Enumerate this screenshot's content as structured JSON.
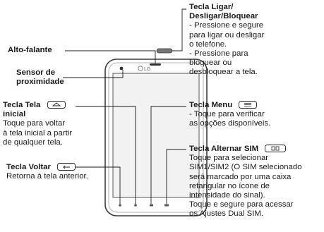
{
  "brand": "LG",
  "labels": {
    "power": {
      "title": [
        "Tecla Ligar/",
        "Desligar/Bloquear"
      ],
      "desc": [
        "- Pressione e segure",
        "para ligar ou desligar",
        "o telefone.",
        "- Pressione para",
        "bloquear ou",
        "desbloquear a tela."
      ]
    },
    "speaker": {
      "title": "Alto-falante"
    },
    "proximity": {
      "title": [
        "Sensor de",
        "proximidade"
      ]
    },
    "home": {
      "title": [
        "Tecla Tela",
        "inicial"
      ],
      "desc": [
        "Toque para voltar",
        "à tela inicial a partir",
        "de qualquer tela."
      ]
    },
    "menu": {
      "title": "Tecla Menu",
      "desc": [
        "- Toque para verificar",
        "as opções disponíveis."
      ]
    },
    "back": {
      "title": "Tecla Voltar",
      "desc": "Retorna à tela anterior."
    },
    "sim": {
      "title": "Tecla Alternar SIM",
      "desc": [
        "Toque para selecionar",
        "SIM1/SIM2 (O SIM selecionado",
        "será marcado por uma caixa",
        "retangular no ícone de",
        "intensidade do sinal).",
        "Toque e segure para acessar",
        "os Ajustes Dual SIM."
      ]
    }
  }
}
